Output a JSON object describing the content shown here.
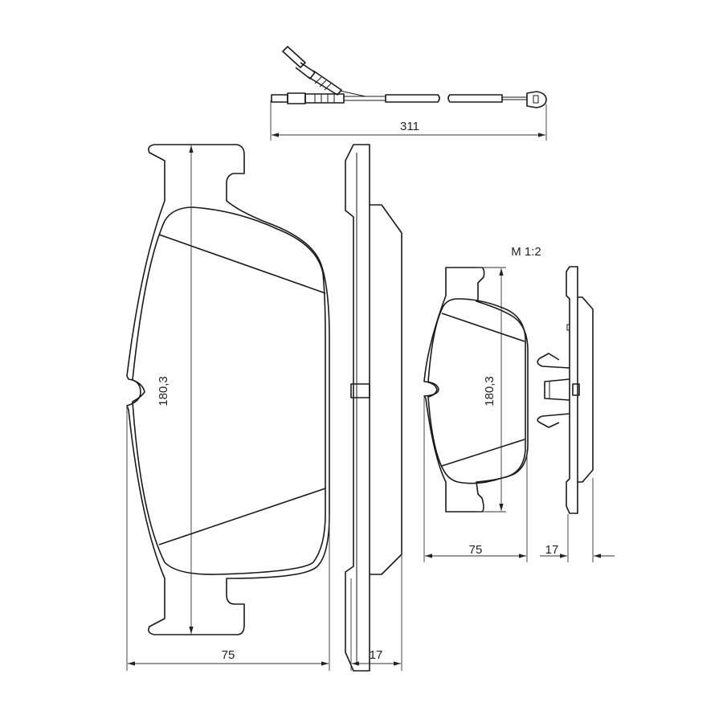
{
  "title": "Brake pad set with wear sensor – dimensional drawing",
  "scale_label": "M 1:2",
  "dimensions": {
    "sensor_length": "311",
    "pad_height": "180,3",
    "pad_width": "75",
    "pad_thickness": "17",
    "small_pad_height": "180,3",
    "small_pad_width": "75",
    "small_pad_thickness": "17"
  },
  "colors": {
    "line": "#1a1a1a",
    "background": "#ffffff"
  }
}
